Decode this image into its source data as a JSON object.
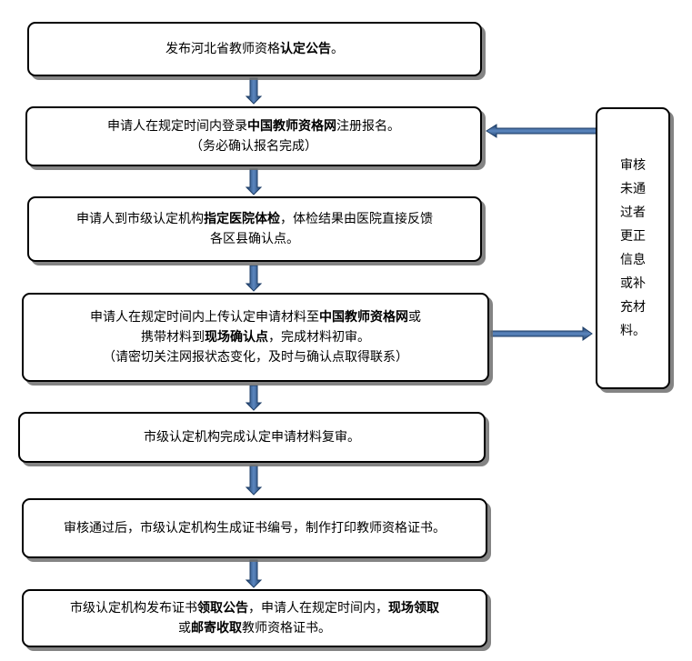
{
  "steps": [
    {
      "lines": [
        [
          {
            "t": "发布河北省教师资格"
          },
          {
            "t": "认定公告",
            "b": true
          },
          {
            "t": "。"
          }
        ]
      ]
    },
    {
      "lines": [
        [
          {
            "t": "申请人在规定时间内登录"
          },
          {
            "t": "中国教师资格网",
            "b": true
          },
          {
            "t": "注册报名。"
          }
        ],
        [
          {
            "t": "（务必确认报名完成）"
          }
        ]
      ]
    },
    {
      "lines": [
        [
          {
            "t": "申请人到市级认定机构"
          },
          {
            "t": "指定医院体检",
            "b": true
          },
          {
            "t": "，体检结果由医院直接反馈"
          }
        ],
        [
          {
            "t": "各区县确认点。"
          }
        ]
      ]
    },
    {
      "lines": [
        [
          {
            "t": "申请人在规定时间内上传认定申请材料至"
          },
          {
            "t": "中国教师资格网",
            "b": true
          },
          {
            "t": "或"
          }
        ],
        [
          {
            "t": "携带材料到"
          },
          {
            "t": "现场确认点",
            "b": true
          },
          {
            "t": "，完成材料初审。"
          }
        ],
        [
          {
            "t": "（请密切关注网报状态变化，及时与确认点取得联系）"
          }
        ]
      ]
    },
    {
      "lines": [
        [
          {
            "t": "市级认定机构完成认定申请材料复审。"
          }
        ]
      ]
    },
    {
      "lines": [
        [
          {
            "t": "审核通过后，市级认定机构生成证书编号，制作打印教师资格证书。"
          }
        ]
      ]
    },
    {
      "lines": [
        [
          {
            "t": "市级认定机构发布证书"
          },
          {
            "t": "领取公告",
            "b": true
          },
          {
            "t": "，申请人在规定时间内，"
          },
          {
            "t": "现场领取",
            "b": true
          }
        ],
        [
          {
            "t": "或"
          },
          {
            "t": "邮寄收取",
            "b": true
          },
          {
            "t": "教师资格证书。"
          }
        ]
      ]
    }
  ],
  "side_box": {
    "lines": [
      "审核",
      "未通",
      "过者",
      "更正",
      "信息",
      "或补",
      "充材",
      "料。"
    ]
  }
}
